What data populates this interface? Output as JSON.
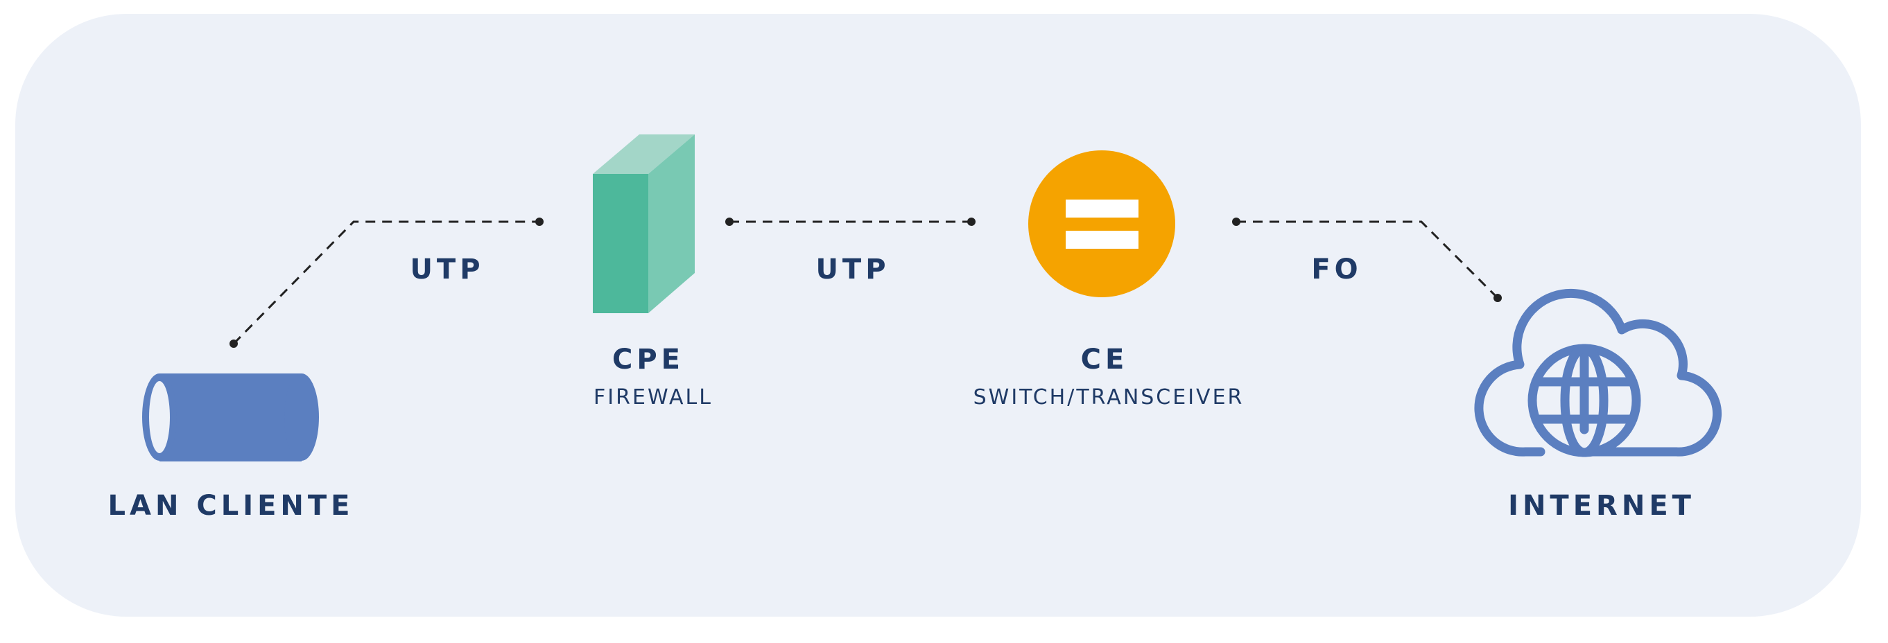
{
  "nodes": {
    "lan": {
      "title": "LAN CLIENTE"
    },
    "cpe": {
      "title": "CPE",
      "subtitle": "FIREWALL"
    },
    "ce": {
      "title": "CE",
      "subtitle": "SWITCH/TRANSCEIVER"
    },
    "internet": {
      "title": "INTERNET"
    }
  },
  "links": {
    "lan_cpe": "UTP",
    "cpe_ce": "UTP",
    "ce_internet": "FO"
  },
  "colors": {
    "panel": "#edf1f8",
    "text": "#1f3a66",
    "lan": "#5b7fc0",
    "cpe_front": "#4db89b",
    "cpe_side": "#79c9b3",
    "cpe_top": "#a3d6c8",
    "ce": "#f5a300",
    "internet": "#5b7fc0"
  },
  "icons": {
    "lan": "cylinder-icon",
    "cpe": "server-box-icon",
    "ce": "switch-circle-icon",
    "internet": "cloud-globe-icon"
  }
}
